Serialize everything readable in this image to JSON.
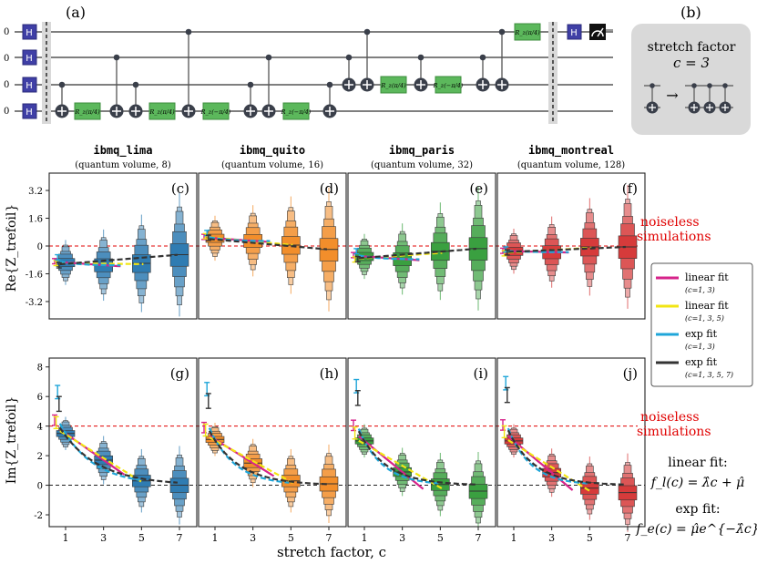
{
  "panel_labels": {
    "a": "(a)",
    "b": "(b)",
    "c": "(c)",
    "d": "(d)",
    "e": "(e)",
    "f": "(f)",
    "g": "(g)",
    "h": "(h)",
    "i": "(i)",
    "j": "(j)"
  },
  "circuit": {
    "qubit_labels": [
      "0",
      "0",
      "0",
      "0"
    ],
    "hadamard": "H",
    "gates": [
      {
        "label": "R_z(π/4)"
      },
      {
        "label": "R_z(π/4)"
      },
      {
        "label": "R_z(−π/4)"
      },
      {
        "label": "R_z(−π/4)"
      },
      {
        "label": "R_z(π/4)"
      },
      {
        "label": "R_z(−π/4)"
      },
      {
        "label": "R_z(π/4)"
      }
    ]
  },
  "stretch_box": {
    "title": "stretch factor",
    "value": "c = 3",
    "arrow": "→"
  },
  "devices": [
    {
      "name": "ibmq_lima",
      "qv": "(quantum volume, 8)",
      "color": "#2f7cb2"
    },
    {
      "name": "ibmq_quito",
      "qv": "(quantum volume, 16)",
      "color": "#f28e2b"
    },
    {
      "name": "ibmq_paris",
      "qv": "(quantum volume, 32)",
      "color": "#3aa040"
    },
    {
      "name": "ibmq_montreal",
      "qv": "(quantum volume, 128)",
      "color": "#d63b3b"
    }
  ],
  "axes": {
    "re_ylabel": "Re{Z_trefoil}",
    "im_ylabel": "Im{Z_trefoil}",
    "xlabel": "stretch factor, c",
    "re_yticks": [
      "3.2",
      "1.6",
      "0",
      "-1.6",
      "-3.2"
    ],
    "im_yticks": [
      "8",
      "6",
      "4",
      "2",
      "0",
      "-2"
    ],
    "xticks": [
      "1",
      "3",
      "5",
      "7"
    ]
  },
  "noiseless_label": [
    "noiseless",
    "simulations"
  ],
  "legend": [
    {
      "label": "linear fit",
      "sub": "(c=1, 3)",
      "color": "#d6238a"
    },
    {
      "label": "linear fit",
      "sub": "(c=1, 3, 5)",
      "color": "#f2e513"
    },
    {
      "label": "exp fit",
      "sub": "(c=1, 3)",
      "color": "#1fa6d9"
    },
    {
      "label": "exp fit",
      "sub": "(c=1, 3, 5, 7)",
      "color": "#333333"
    }
  ],
  "formulas": {
    "linear_title": "linear fit:",
    "linear_eq": "f_l(c) = λ̂c + μ̂",
    "exp_title": "exp fit:",
    "exp_eq": "f_e(c) = μ̂e^{−λ̂c}"
  },
  "chart_data": {
    "type": "boxen",
    "x": [
      1,
      3,
      5,
      7
    ],
    "re": {
      "ylim": [
        -4.2,
        4.2
      ],
      "noiseless": 0,
      "medians": {
        "ibmq_lima": [
          -0.95,
          -1.1,
          -1.0,
          -0.5
        ],
        "ibmq_quito": [
          0.45,
          0.3,
          0.05,
          -0.2
        ],
        "ibmq_paris": [
          -0.6,
          -0.75,
          -0.3,
          -0.15
        ],
        "ibmq_montreal": [
          -0.3,
          -0.35,
          -0.05,
          -0.05
        ]
      }
    },
    "im": {
      "ylim": [
        -2.8,
        8.6
      ],
      "noiseless": 4,
      "medians": {
        "ibmq_lima": [
          3.5,
          1.7,
          0.3,
          0.0
        ],
        "ibmq_quito": [
          3.1,
          1.5,
          0.3,
          0.1
        ],
        "ibmq_paris": [
          3.0,
          0.9,
          0.05,
          -0.4
        ],
        "ibmq_montreal": [
          3.0,
          0.85,
          -0.2,
          -0.5
        ]
      }
    }
  }
}
